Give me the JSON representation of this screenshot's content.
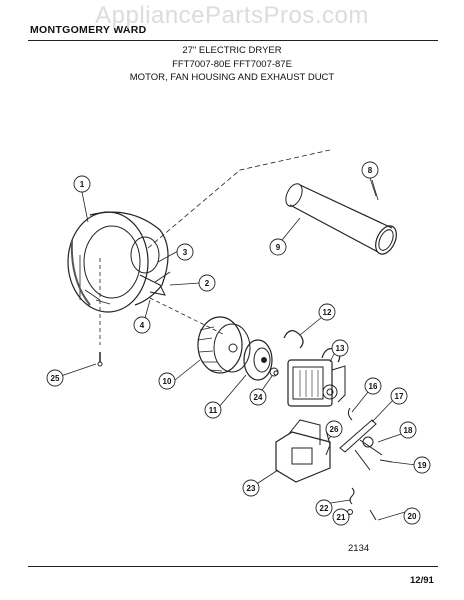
{
  "watermark": "AppliancePartsPros.com",
  "header": {
    "brand": "MONTGOMERY WARD"
  },
  "title": {
    "line1": "27\" ELECTRIC DRYER",
    "line2": "FFT7007-80E   FFT7007-87E",
    "line3": "MOTOR, FAN HOUSING AND EXHAUST DUCT"
  },
  "callouts": [
    "1",
    "2",
    "3",
    "4",
    "8",
    "9",
    "10",
    "11",
    "12",
    "13",
    "16",
    "17",
    "18",
    "19",
    "20",
    "21",
    "22",
    "23",
    "24",
    "25",
    "26"
  ],
  "footer": {
    "code": "2134",
    "date": "12/91"
  }
}
